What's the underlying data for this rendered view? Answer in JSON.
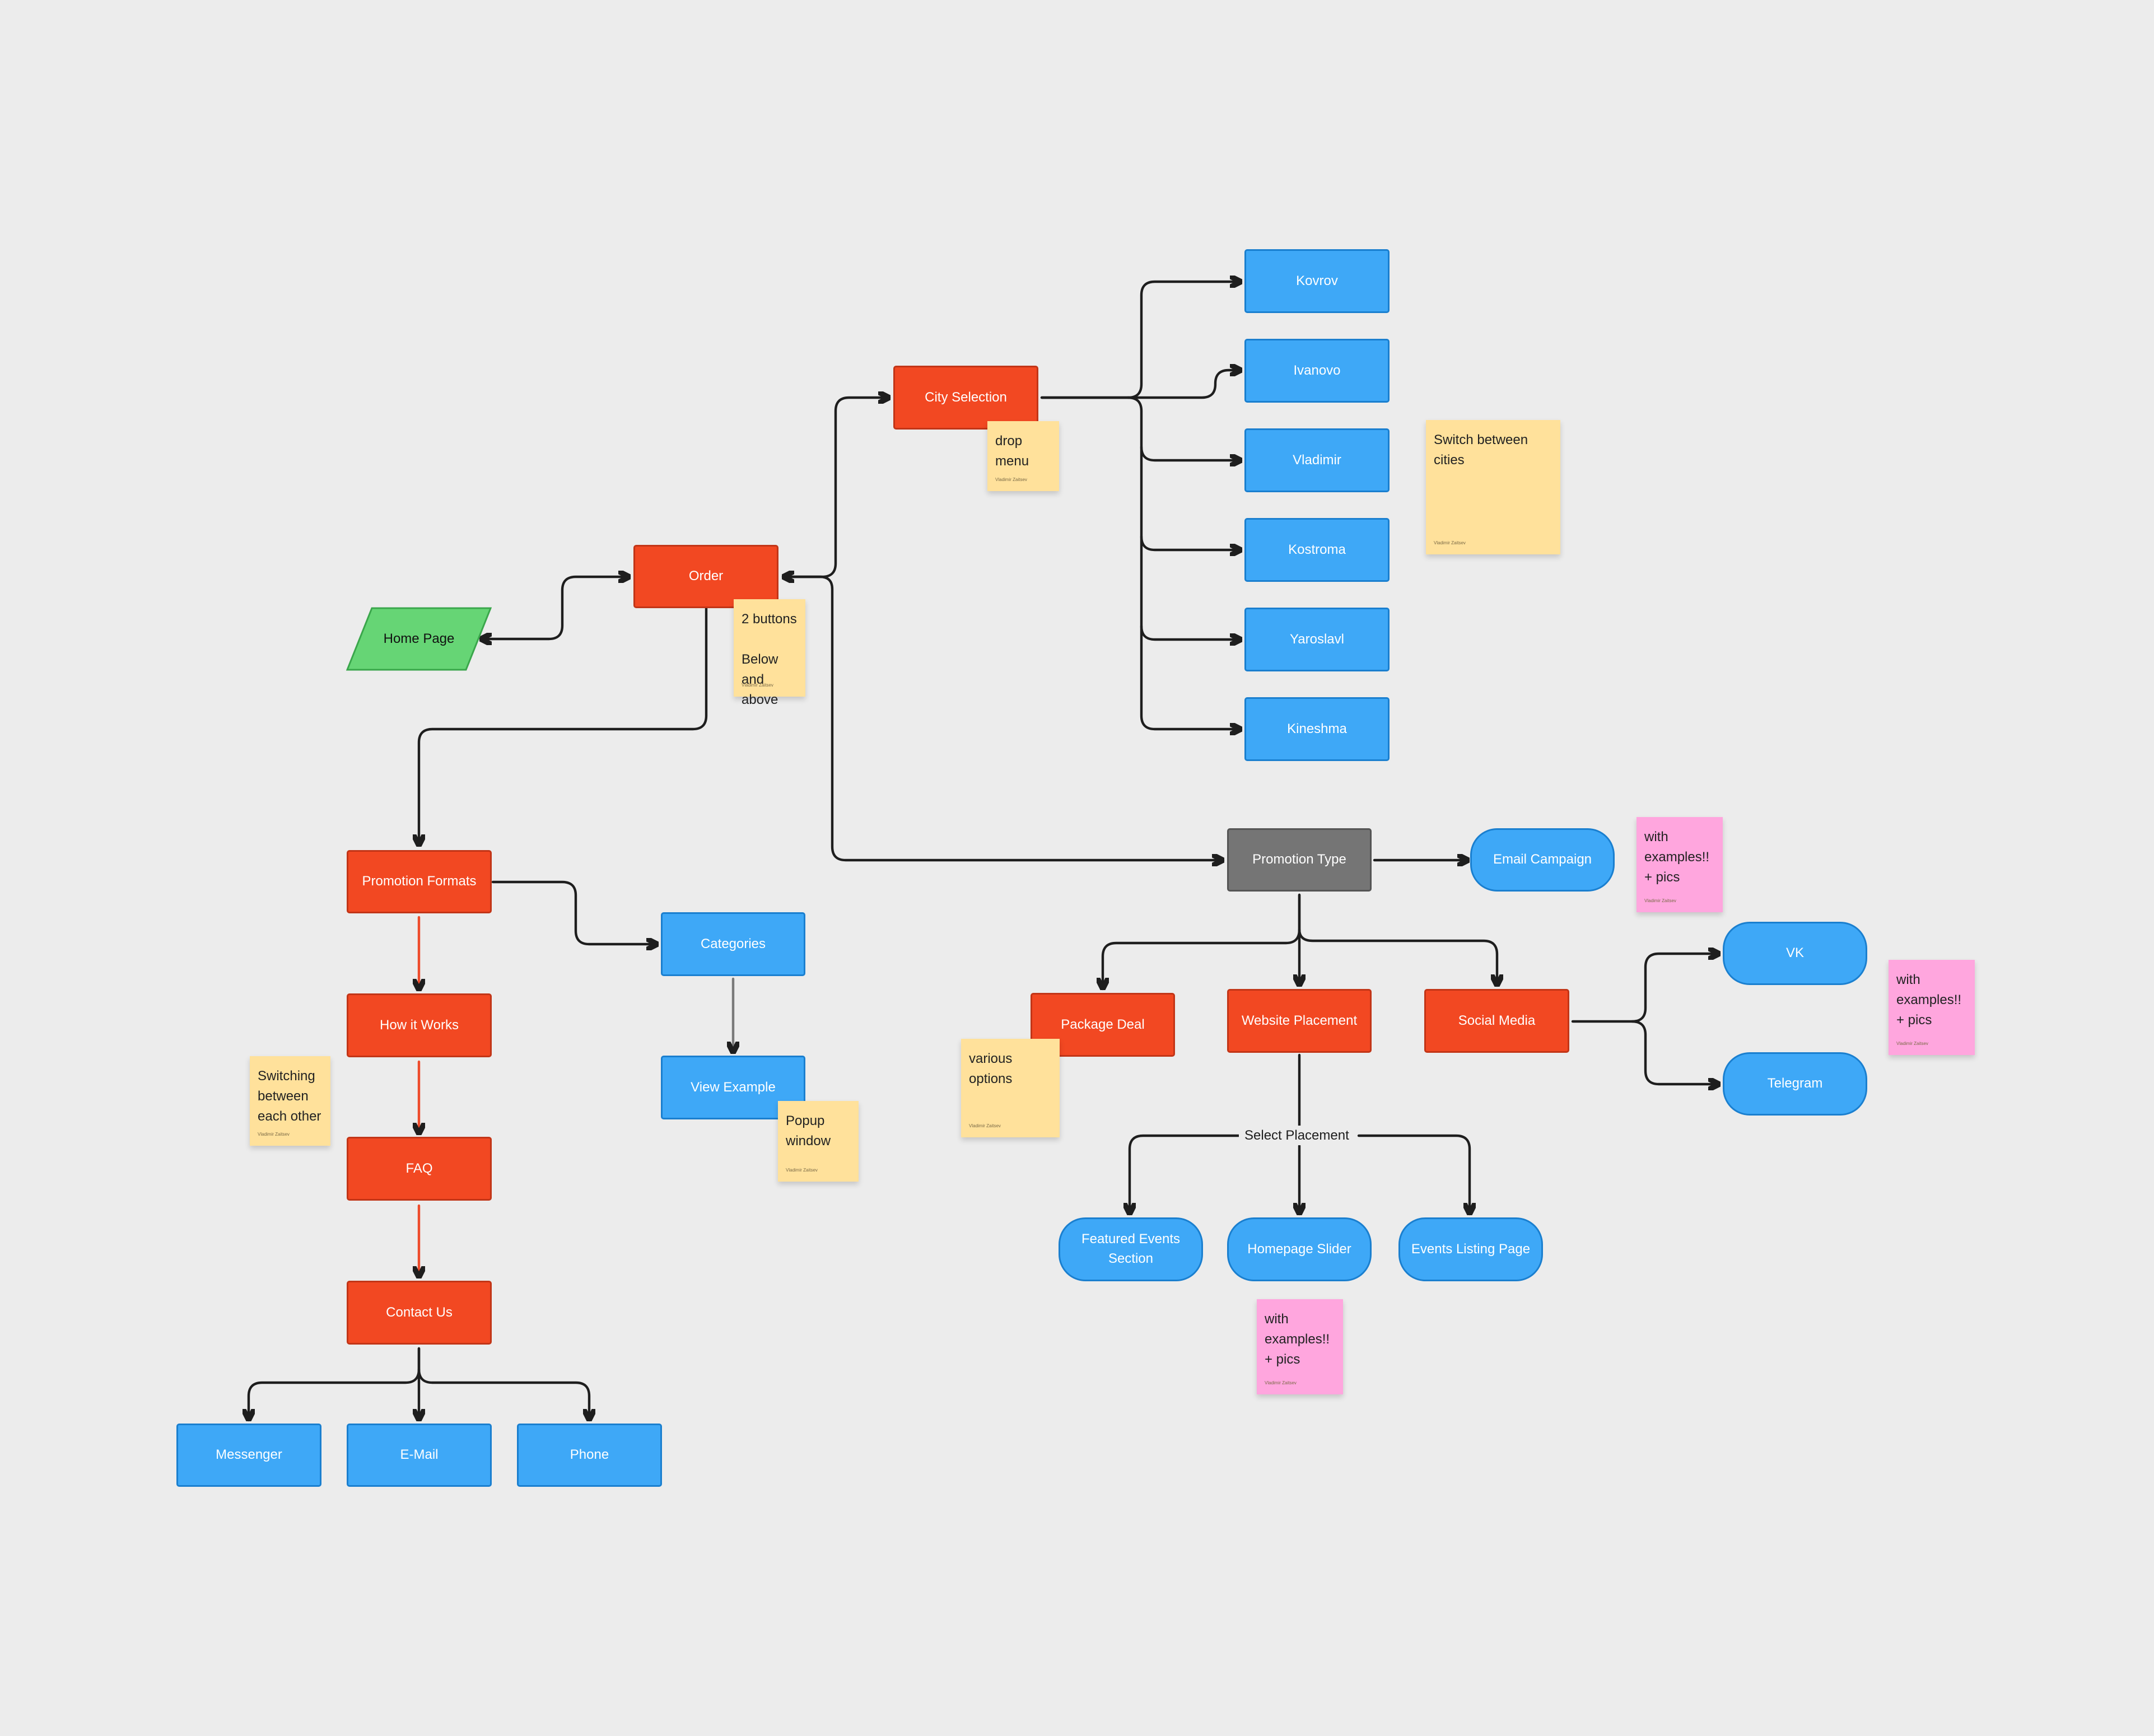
{
  "nodes": {
    "home_page": "Home Page",
    "order": "Order",
    "city_selection": "City Selection",
    "kovrov": "Kovrov",
    "ivanovo": "Ivanovo",
    "vladimir": "Vladimir",
    "kostroma": "Kostroma",
    "yaroslavl": "Yaroslavl",
    "kineshma": "Kineshma",
    "promotion_formats": "Promotion Formats",
    "categories": "Categories",
    "view_example": "View Example",
    "how_it_works": "How it Works",
    "faq": "FAQ",
    "contact_us": "Contact Us",
    "messenger": "Messenger",
    "email": "E-Mail",
    "phone": "Phone",
    "promotion_type": "Promotion Type",
    "email_campaign": "Email Campaign",
    "package_deal": "Package Deal",
    "website_placement": "Website Placement",
    "social_media": "Social Media",
    "vk": "VK",
    "telegram": "Telegram",
    "featured_events": "Featured Events\nSection",
    "homepage_slider": "Homepage Slider",
    "events_listing": "Events Listing Page"
  },
  "edge_labels": {
    "select_placement": "Select Placement"
  },
  "stickies": {
    "drop_menu": {
      "text": "drop menu",
      "author": "Vladimir Zaitsev"
    },
    "two_buttons": {
      "text": "2 buttons\n\nBelow and above",
      "author": "Vladimir Zaitsev"
    },
    "switch_cities": {
      "text": "Switch between cities",
      "author": "Vladimir Zaitsev"
    },
    "switching": {
      "text": "Switching between each other",
      "author": "Vladimir Zaitsev"
    },
    "popup": {
      "text": "Popup window",
      "author": "Vladimir Zaitsev"
    },
    "various": {
      "text": "various options",
      "author": "Vladimir Zaitsev"
    },
    "examples_email": {
      "text": "with examples!! + pics",
      "author": "Vladimir Zaitsev"
    },
    "examples_social": {
      "text": "with examples!! + pics",
      "author": "Vladimir Zaitsev"
    },
    "examples_placement": {
      "text": "with examples!! + pics",
      "author": "Vladimir Zaitsev"
    }
  },
  "colors": {
    "canvas": "#ececec",
    "red_node": "#f24822",
    "blue_node": "#3ea8f7",
    "grey_node": "#757575",
    "green_node": "#66d575",
    "sticky_yellow": "#ffe19b",
    "sticky_pink": "#ffa6de",
    "connector": "#1e1e1e",
    "red_connector": "#ee4b2b"
  }
}
